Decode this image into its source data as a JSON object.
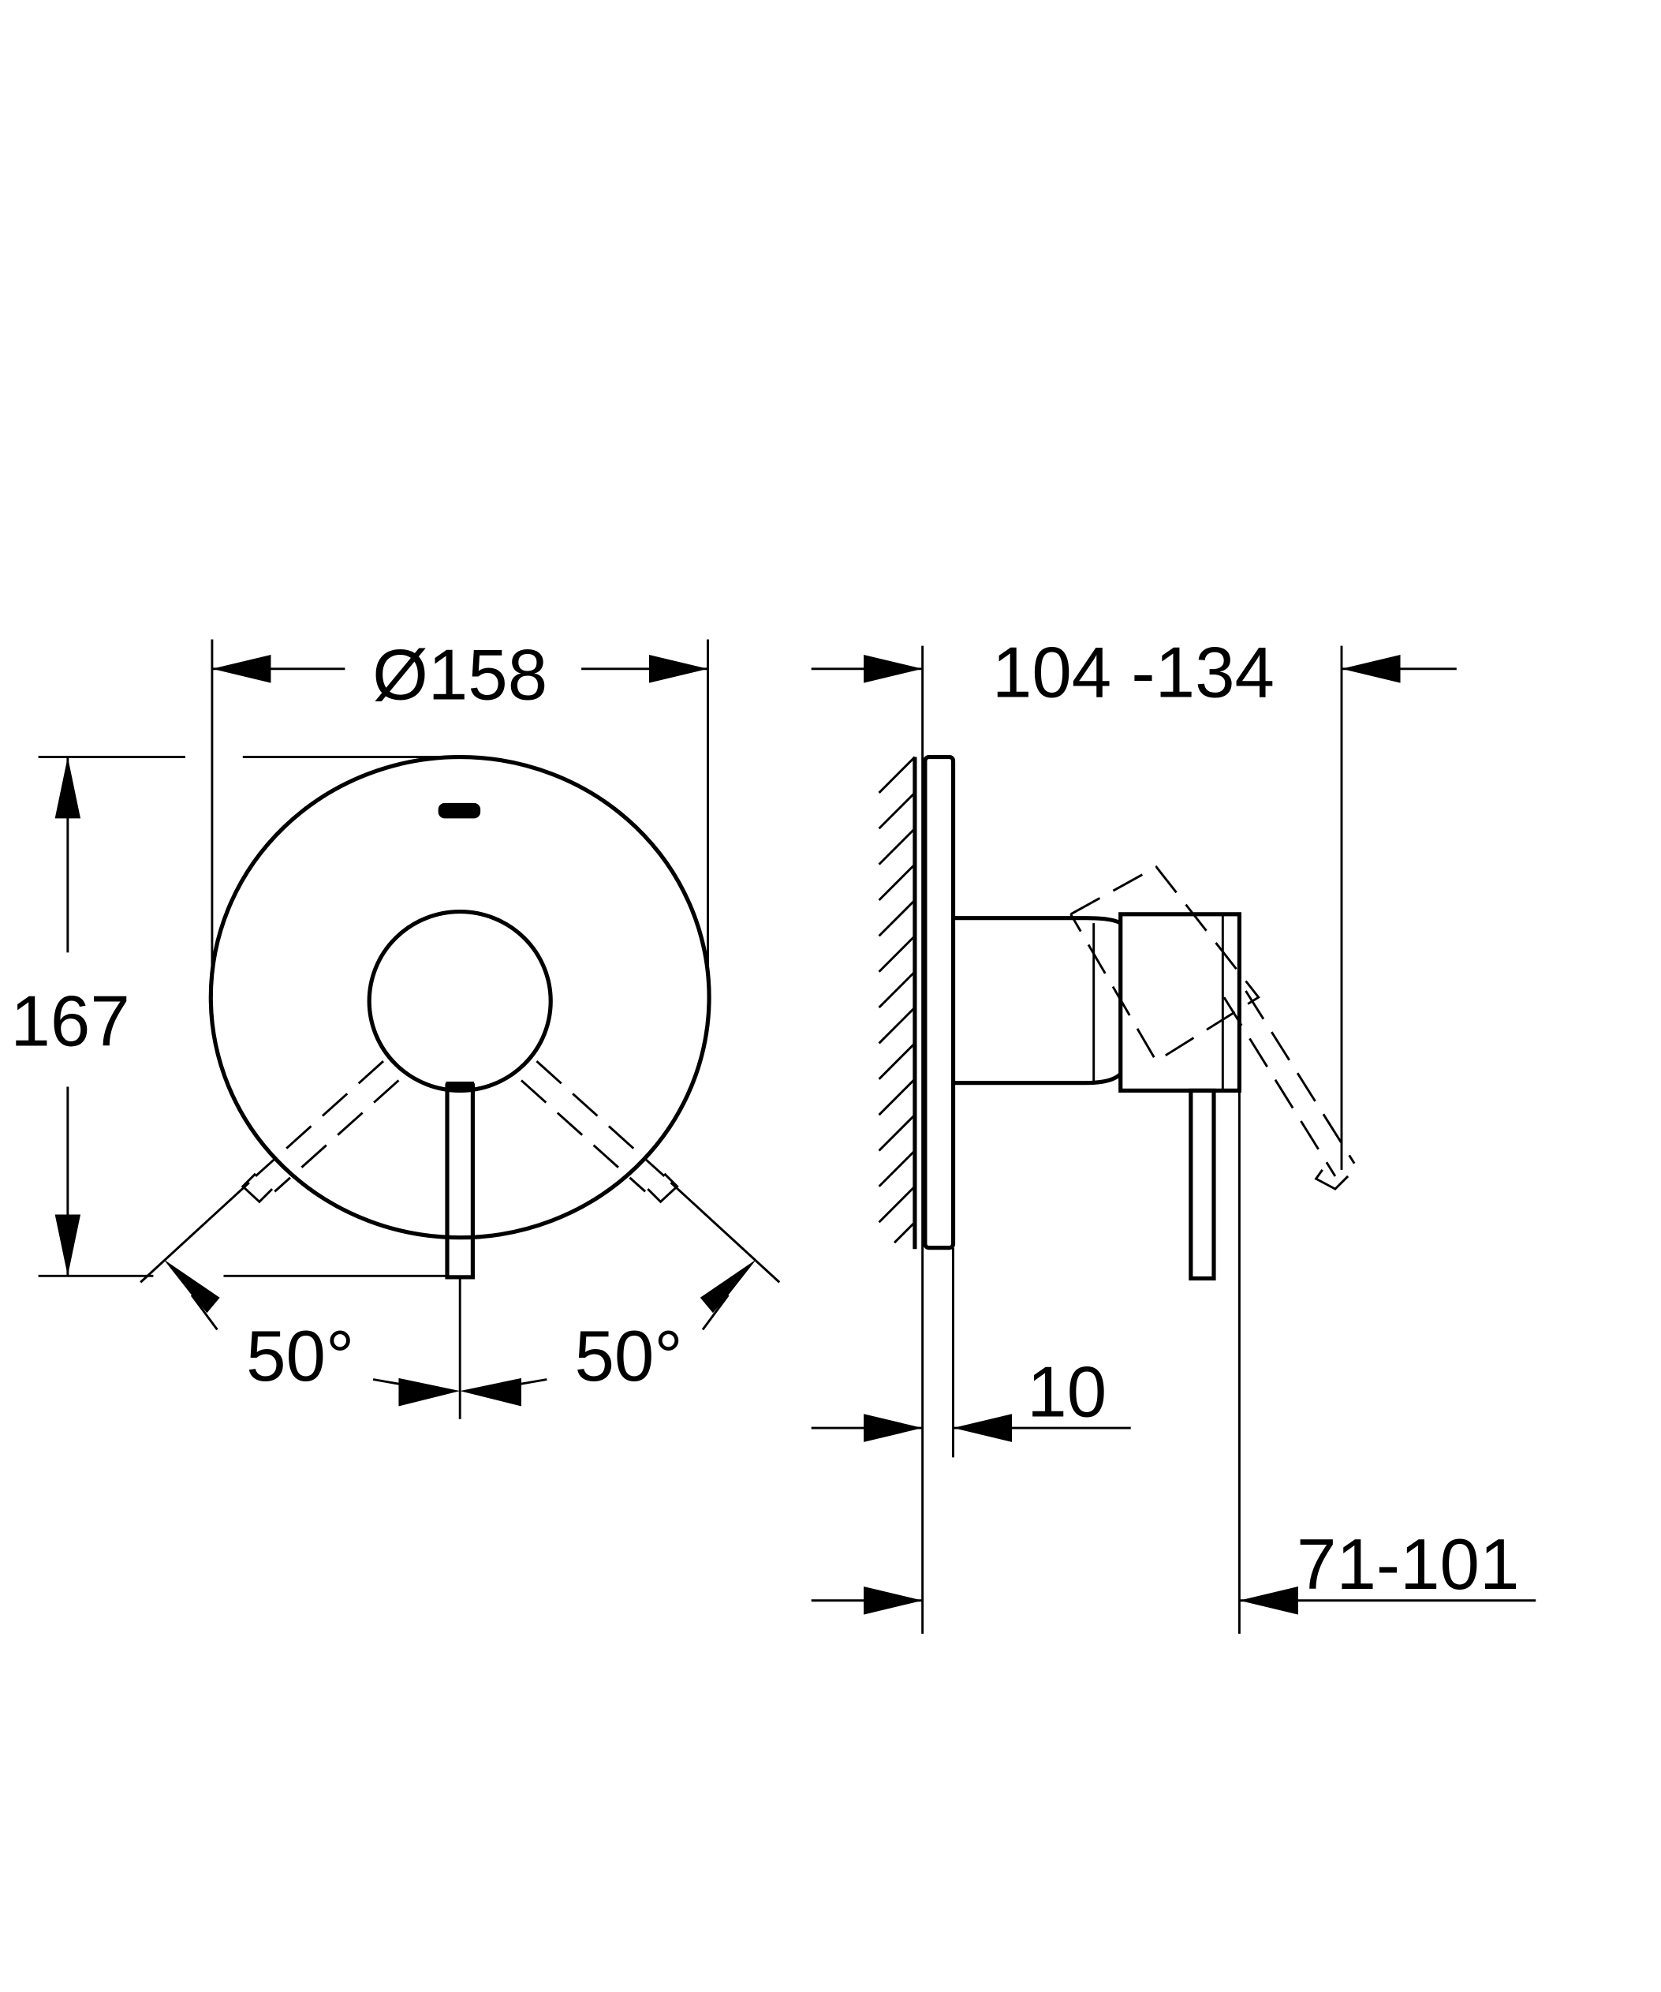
{
  "drawing": {
    "type": "technical dimension drawing",
    "views": [
      "front view",
      "side view"
    ],
    "line_color": "#000000",
    "background": "#ffffff"
  },
  "front_view": {
    "diameter_label": "Ø158",
    "height_label": "167",
    "angle_left_label": "50°",
    "angle_right_label": "50°"
  },
  "side_view": {
    "projection_label": "104 -134",
    "plate_thickness_label": "10",
    "lever_projection_label": "71-101"
  }
}
